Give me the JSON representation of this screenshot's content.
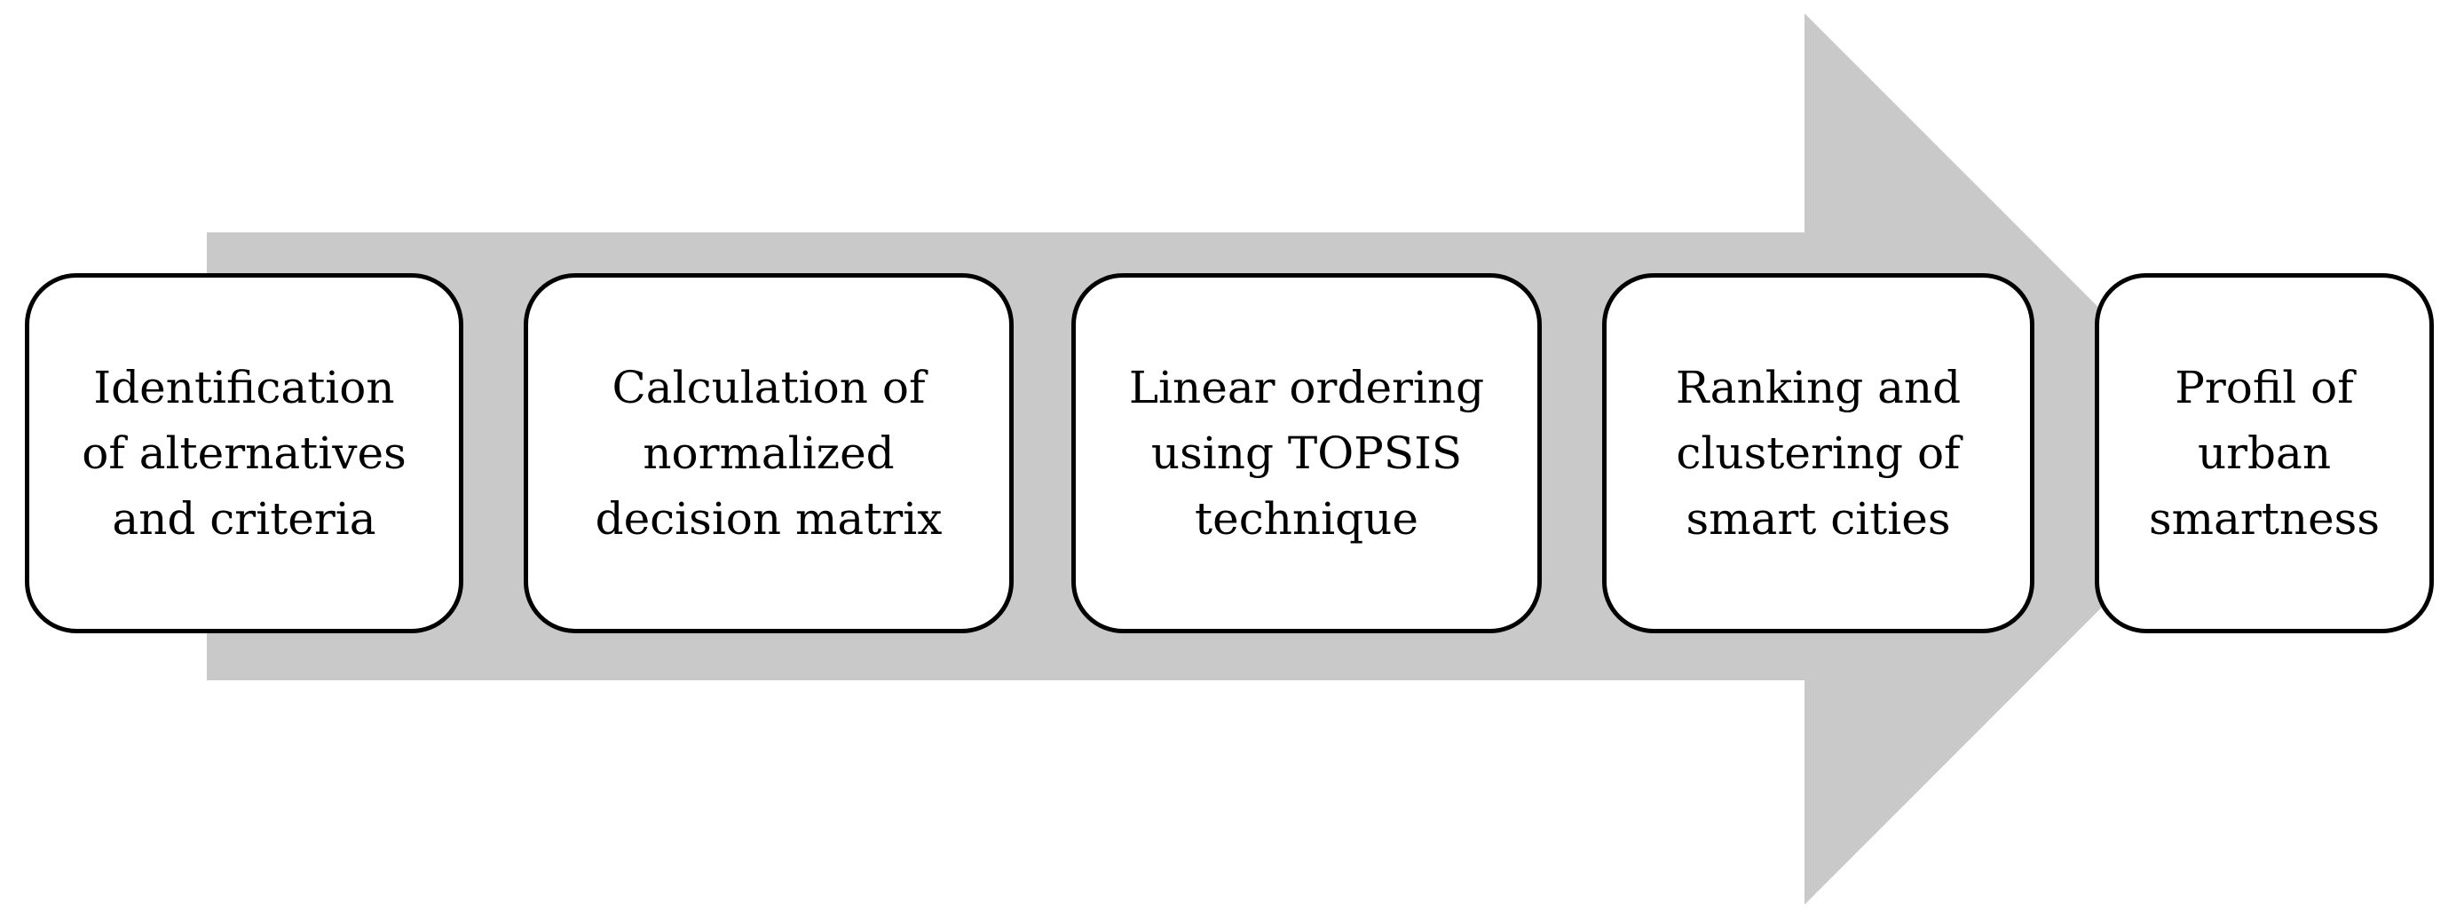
{
  "diagram": {
    "type": "process-flow",
    "direction": "left-to-right",
    "colors": {
      "arrow": "#c9c9c9",
      "box_fill": "#ffffff",
      "box_border": "#000000",
      "text": "#000000"
    },
    "stages": [
      {
        "label": "Identification of alternatives and criteria",
        "lines": [
          "Identification",
          "of alternatives",
          "and criteria"
        ]
      },
      {
        "label": "Calculation of normalized decision matrix",
        "lines": [
          "Calculation of",
          "normalized",
          "decision matrix"
        ]
      },
      {
        "label": "Linear ordering using TOPSIS technique",
        "lines": [
          "Linear ordering",
          "using TOPSIS",
          "technique"
        ]
      },
      {
        "label": "Ranking and clustering of smart cities",
        "lines": [
          "Ranking and",
          "clustering of",
          "smart cities"
        ]
      },
      {
        "label": "Profil of urban smartness",
        "lines": [
          "Profil of",
          "urban",
          "smartness"
        ]
      }
    ]
  }
}
